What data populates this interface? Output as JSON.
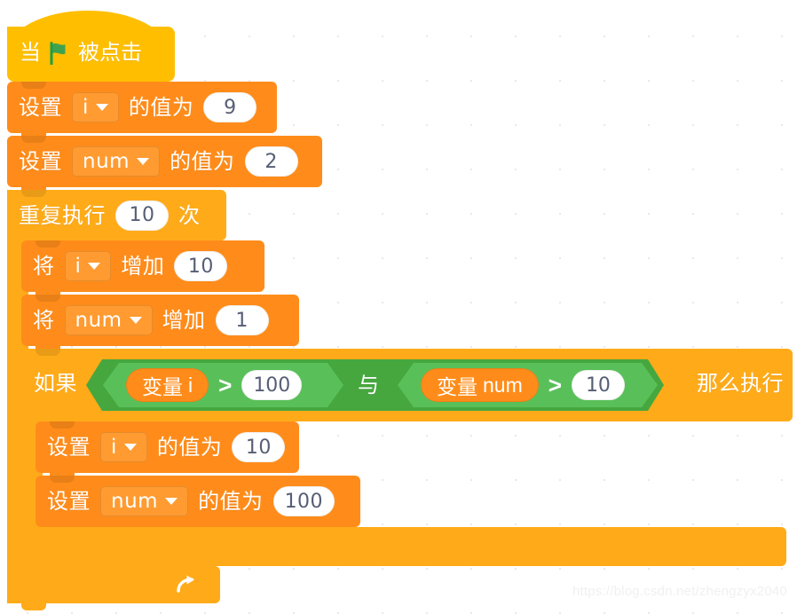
{
  "canvas": {
    "background": "#ffffff",
    "grid_dot_color": "#e9e9ef",
    "watermark": "https://blog.csdn.net/zhengzyx2040"
  },
  "palette": {
    "events_hat": "#FFBF00",
    "control": "#FFAB19",
    "variables": "#FF8C1A",
    "operators_outer": "#46A73F",
    "operators_inner": "#59C059",
    "input_text": "#575E75",
    "label_text": "#FFFFFF"
  },
  "script": {
    "hat": {
      "label_before": "当",
      "icon": "green-flag",
      "label_after": "被点击"
    },
    "set_i_9": {
      "verb": "设置",
      "variable": "i",
      "middle": "的值为",
      "value": "9"
    },
    "set_num_2": {
      "verb": "设置",
      "variable": "num",
      "middle": "的值为",
      "value": "2"
    },
    "repeat": {
      "prefix": "重复执行",
      "times": "10",
      "suffix": "次",
      "loop_icon": "loop-arrow"
    },
    "change_i_10": {
      "verb": "将",
      "variable": "i",
      "middle": "增加",
      "value": "10"
    },
    "change_num_1": {
      "verb": "将",
      "variable": "num",
      "middle": "增加",
      "value": "1"
    },
    "if_block": {
      "prefix": "如果",
      "suffix": "那么执行",
      "condition": {
        "operator": "与",
        "left": {
          "variable_prefix": "变量",
          "variable": "i",
          "comparator": ">",
          "value": "100"
        },
        "right": {
          "variable_prefix": "变量",
          "variable": "num",
          "comparator": ">",
          "value": "10"
        }
      }
    },
    "set_i_10": {
      "verb": "设置",
      "variable": "i",
      "middle": "的值为",
      "value": "10"
    },
    "set_num_100": {
      "verb": "设置",
      "variable": "num",
      "middle": "的值为",
      "value": "100"
    }
  }
}
